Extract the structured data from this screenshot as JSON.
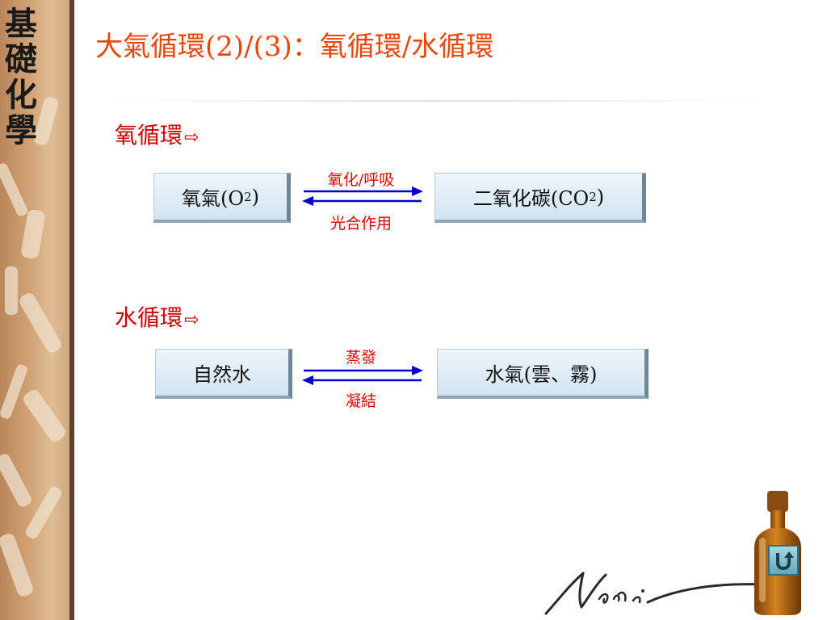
{
  "sidebar": {
    "title_chars": [
      "基",
      "礎",
      "化",
      "學"
    ]
  },
  "slide": {
    "title": "大氣循環(2)/(3)：氧循環/水循環",
    "oxygen": {
      "heading": "氧循環",
      "left_box": {
        "text": "氧氣(O",
        "sub": "2",
        "tail": ")"
      },
      "right_box": {
        "text": "二氧化碳(CO",
        "sub": "2",
        "tail": ")"
      },
      "forward": "氧化/呼吸",
      "backward": "光合作用"
    },
    "water": {
      "heading": "水循環",
      "left_box": "自然水",
      "right_box": "水氣(雲、霧)",
      "forward": "蒸發",
      "backward": "凝結"
    },
    "arrow_glyph": "⇨"
  },
  "colors": {
    "title": "#e8470c",
    "heading": "#cc0000",
    "label": "#dd0000",
    "arrow": "#0000cc"
  },
  "icons": {
    "nav": "u-turn-icon",
    "decor": "bottle-icon"
  }
}
